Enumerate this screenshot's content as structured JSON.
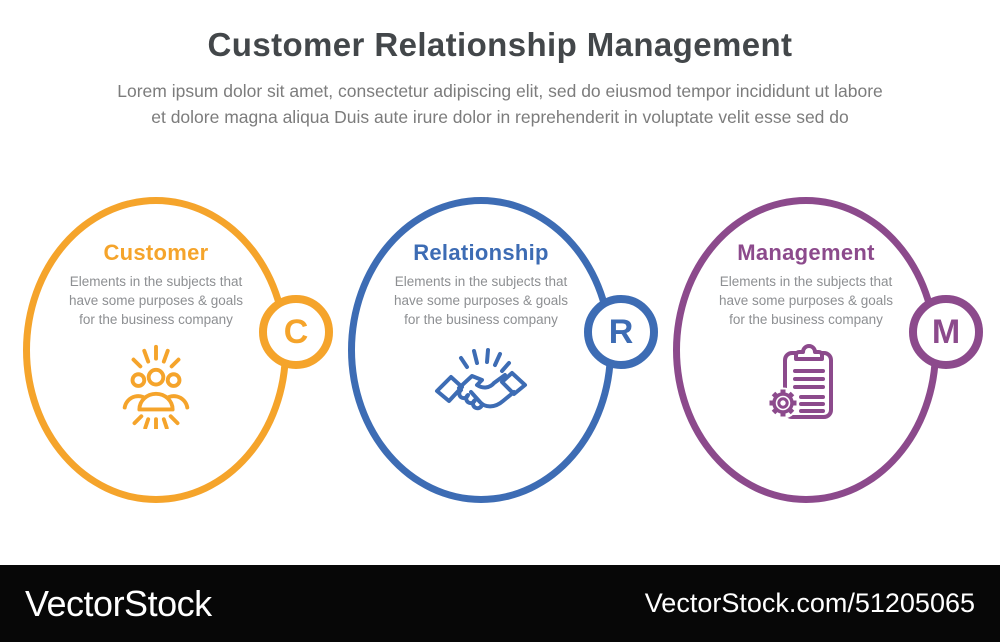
{
  "header": {
    "title": "Customer Relationship Management",
    "subtitle_lines": [
      "Lorem ipsum dolor sit amet, consectetur adipiscing elit, sed do eiusmod tempor incididunt ut labore",
      "et dolore magna aliqua Duis aute irure dolor in reprehenderit in voluptate velit esse sed do"
    ]
  },
  "items": [
    {
      "label": "Customer",
      "letter": "C",
      "color": "#F5A42B",
      "icon": "people-group-icon",
      "description_lines": [
        "Elements in the subjects that",
        "have  some purposes & goals",
        "for the  business company"
      ]
    },
    {
      "label": "Relationship",
      "letter": "R",
      "color": "#3D6CB4",
      "icon": "handshake-icon",
      "description_lines": [
        "Elements in the subjects that",
        "have  some purposes & goals",
        "for the  business company"
      ]
    },
    {
      "label": "Management",
      "letter": "M",
      "color": "#8C4A8C",
      "icon": "clipboard-gear-icon",
      "description_lines": [
        "Elements in the subjects that",
        "have  some purposes & goals",
        "for the  business company"
      ]
    }
  ],
  "watermark": {
    "logo_text": "VectorStock",
    "url_text": "VectorStock.com/51205065",
    "bar_color": "#070707"
  }
}
